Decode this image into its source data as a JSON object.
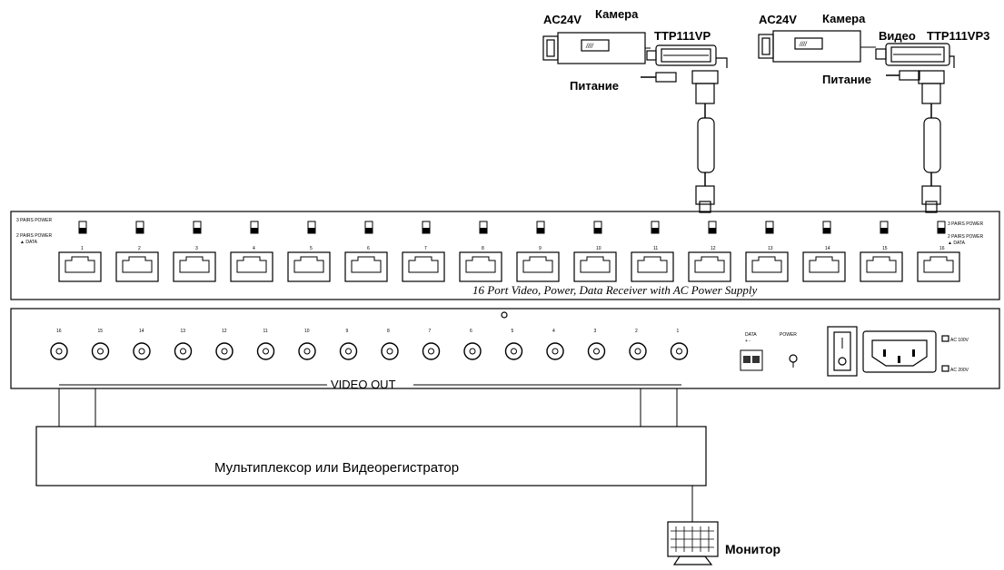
{
  "camera_left": {
    "ac_label": "AC24V",
    "camera_label": "Камера",
    "transceiver_label": "TTP111VP",
    "power_label": "Питание"
  },
  "camera_right": {
    "ac_label": "AC24V",
    "camera_label": "Камера",
    "video_label": "Видео",
    "transceiver_label": "TTP111VP3",
    "power_label": "Питание"
  },
  "receiver": {
    "caption": "16 Port Video, Power, Data Receiver with AC Power Supply",
    "port_numbers": [
      "1",
      "2",
      "3",
      "4",
      "5",
      "6",
      "7",
      "8",
      "9",
      "10",
      "11",
      "12",
      "13",
      "14",
      "15",
      "16"
    ],
    "switch_legend_left": [
      "3 PAIRS POWER",
      "2 PAIRS POWER",
      "▲ DATA"
    ],
    "switch_legend_right": [
      "3 PAIRS POWER",
      "2 PAIRS POWER",
      "▲ DATA"
    ]
  },
  "rear_panel": {
    "bnc_numbers": [
      "16",
      "15",
      "14",
      "13",
      "12",
      "11",
      "10",
      "9",
      "8",
      "7",
      "6",
      "5",
      "4",
      "3",
      "2",
      "1"
    ],
    "video_out_label": "VIDEO OUT",
    "data_label": "DATA",
    "data_polarity": "+  -",
    "power_label": "POWER",
    "ac_options": [
      "AC 100V",
      "AC 200V"
    ]
  },
  "recorder_label": "Мультиплексор или Видеорегистратор",
  "monitor_label": "Монитор"
}
